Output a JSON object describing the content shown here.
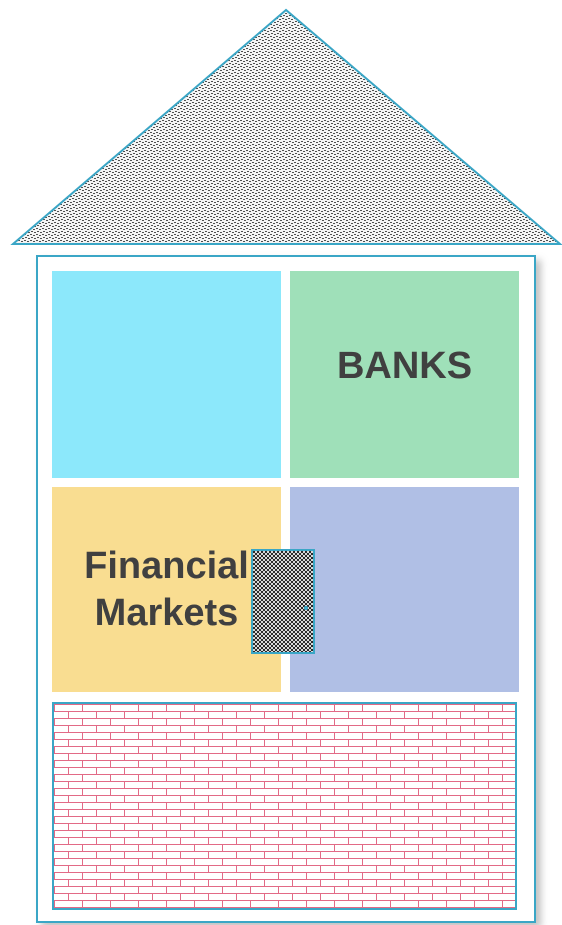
{
  "pillars": [
    {
      "id": "top-left",
      "label": "",
      "color": "#8ce8fb"
    },
    {
      "id": "top-right",
      "label": "BANKS",
      "color": "#9fe0b9"
    },
    {
      "id": "bottom-left",
      "label": "Financial\nMarkets",
      "color": "#f9dd91"
    },
    {
      "id": "bottom-right",
      "label": "",
      "color": "#b0bfe5"
    }
  ],
  "colors": {
    "outline": "#3aa6c6",
    "roof_pattern": "#5a5a5a",
    "brick_lines": "#e26a86",
    "label_text": "#404040"
  }
}
